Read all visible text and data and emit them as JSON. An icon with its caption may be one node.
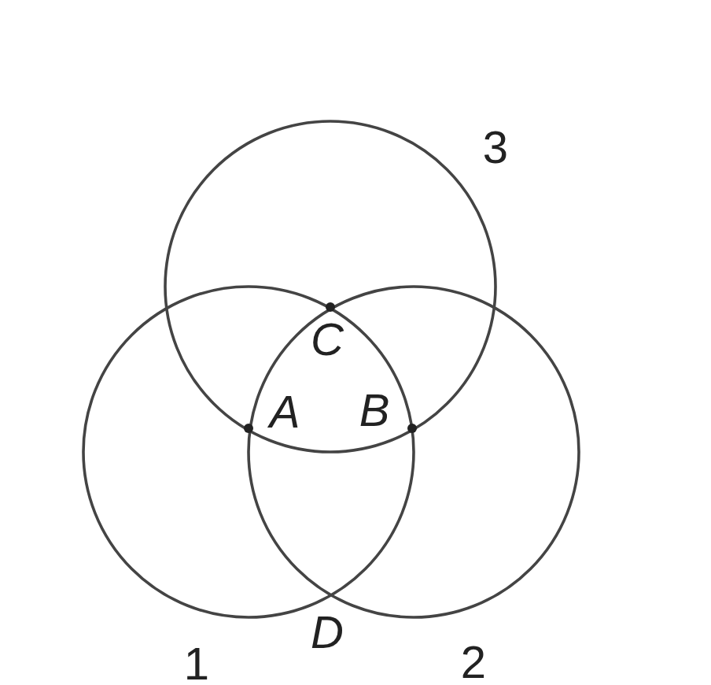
{
  "diagram": {
    "labels": [
      "3",
      "C",
      "A",
      "B",
      "D",
      "1",
      "2"
    ]
  }
}
